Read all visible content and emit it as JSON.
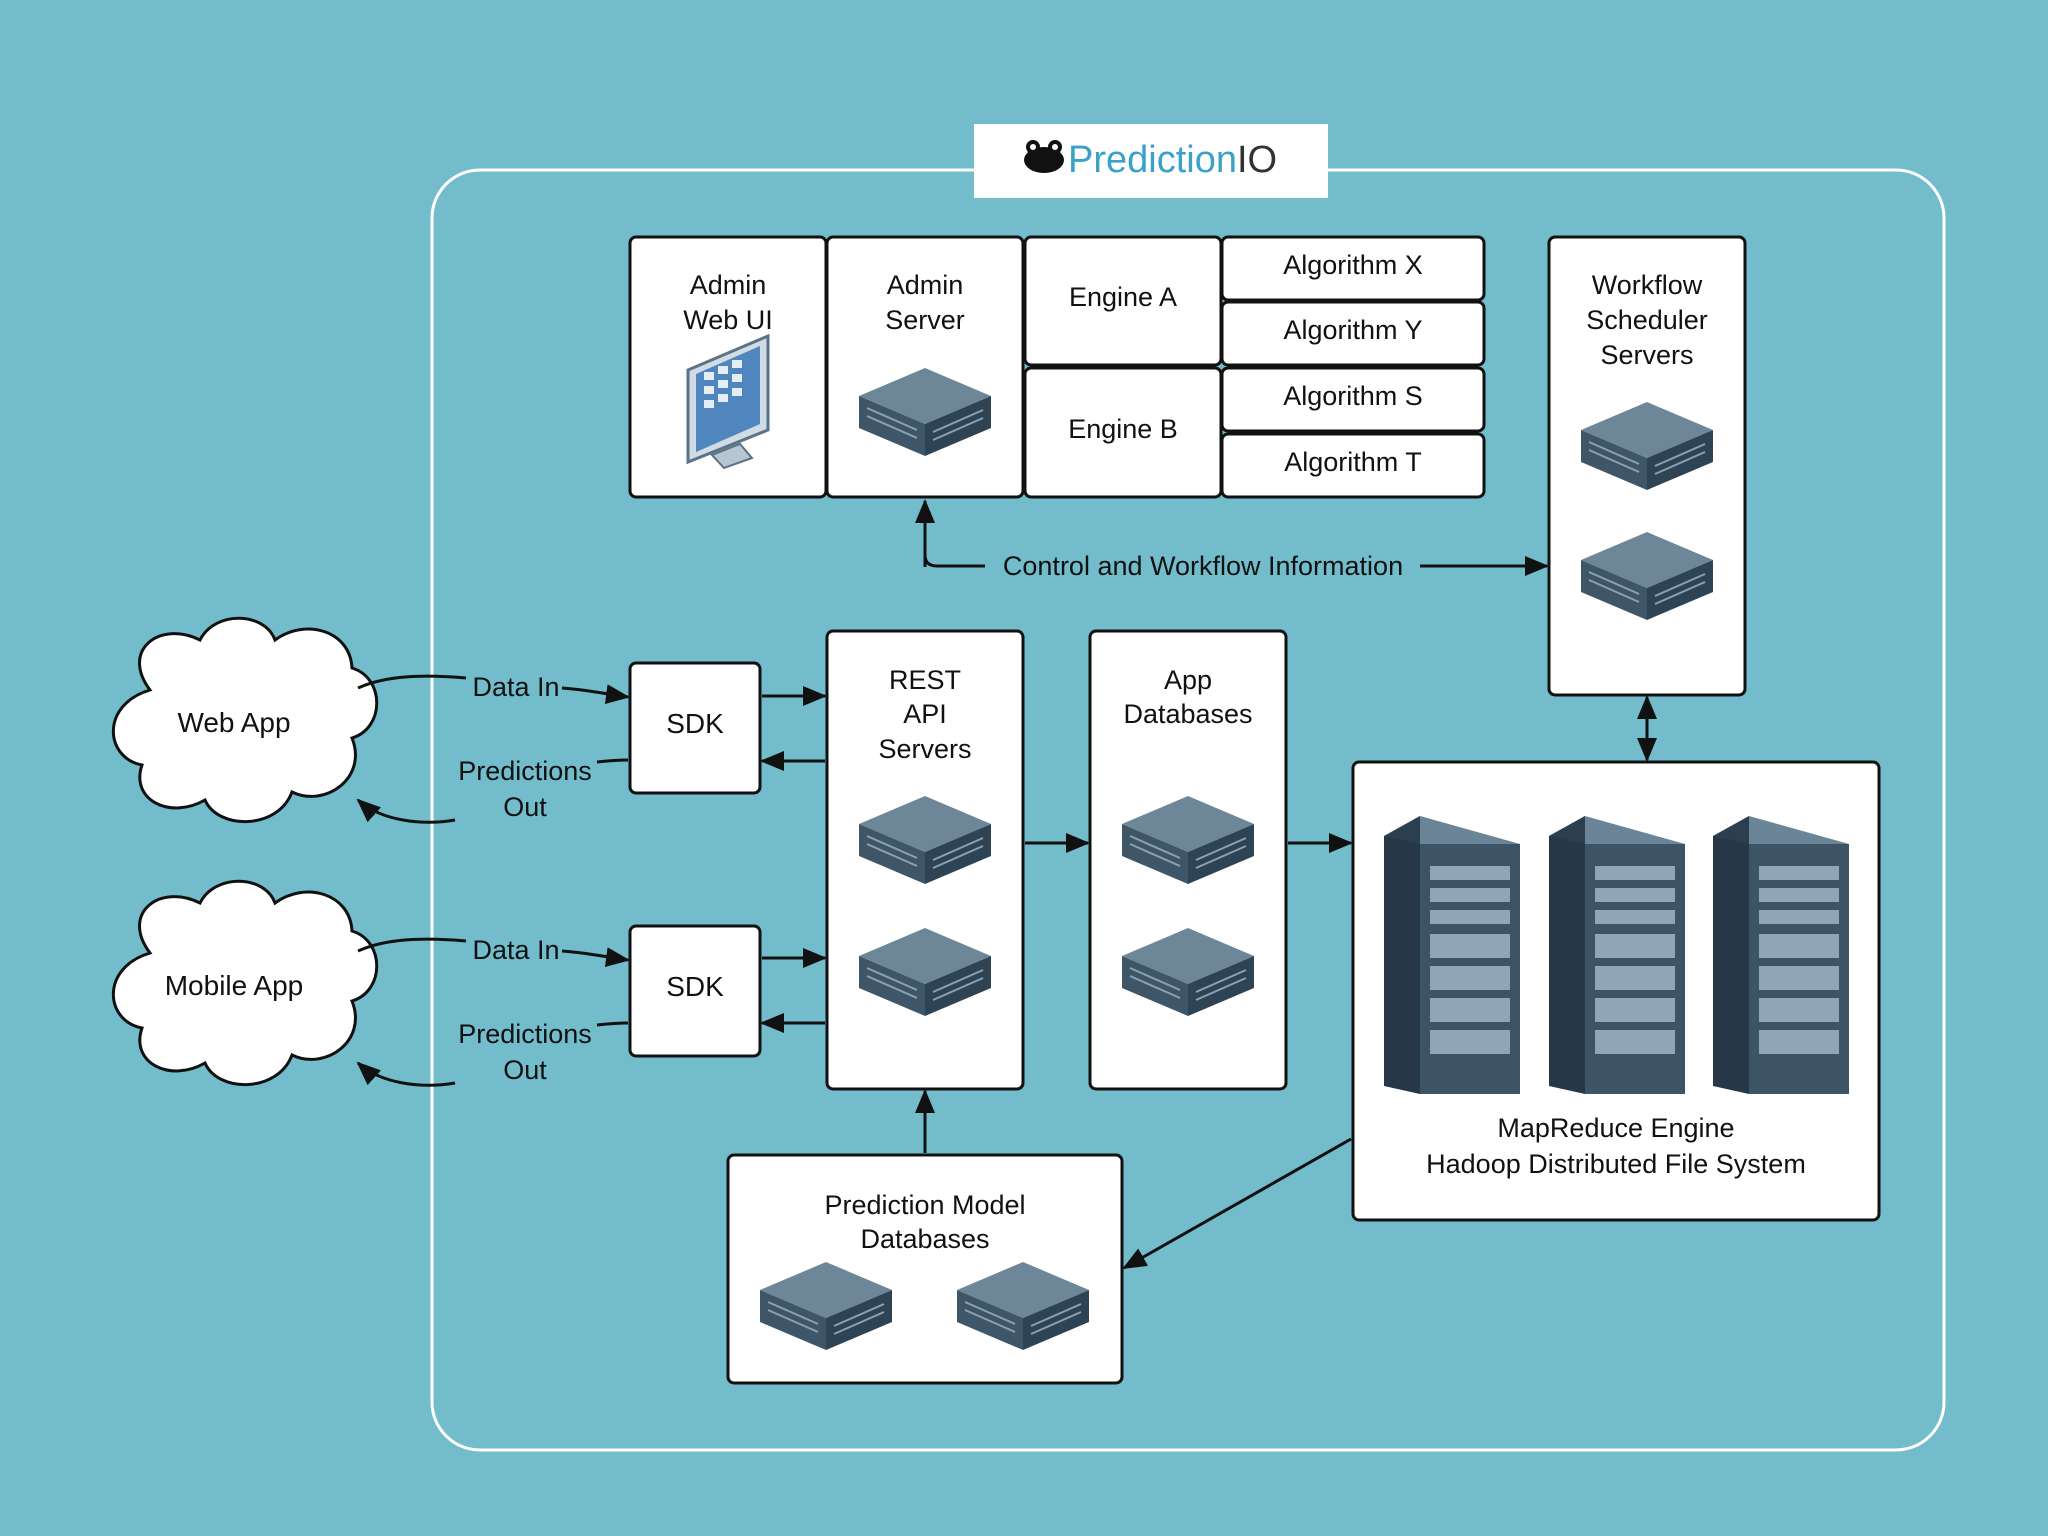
{
  "brand": {
    "name_part1": "Prediction",
    "name_part2": "IO",
    "logo_icon": "frog-face-icon",
    "color_part1": "#3aa1c7",
    "color_part2": "#333333"
  },
  "colors": {
    "background": "#72bccc",
    "box_fill": "#ffffff",
    "stroke": "#111111",
    "server": "#4a6478",
    "rack": "#3f5c72"
  },
  "boxes": {
    "admin_web_ui": [
      "Admin",
      "Web UI"
    ],
    "admin_server": [
      "Admin",
      "Server"
    ],
    "engine_a": "Engine A",
    "engine_b": "Engine B",
    "algorithm_x": "Algorithm X",
    "algorithm_y": "Algorithm Y",
    "algorithm_s": "Algorithm S",
    "algorithm_t": "Algorithm T",
    "workflow_scheduler": [
      "Workflow",
      "Scheduler",
      "Servers"
    ],
    "rest_api": [
      "REST",
      "API",
      "Servers"
    ],
    "app_databases": [
      "App",
      "Databases"
    ],
    "mapreduce": [
      "MapReduce Engine",
      "Hadoop Distributed File System"
    ],
    "prediction_model_db": [
      "Prediction Model",
      "Databases"
    ],
    "sdk_top": "SDK",
    "sdk_bottom": "SDK"
  },
  "clients": {
    "web_app": "Web App",
    "mobile_app": "Mobile App"
  },
  "flows": {
    "data_in": "Data In",
    "predictions_out": [
      "Predictions",
      "Out"
    ],
    "control_workflow": "Control and Workflow Information"
  }
}
